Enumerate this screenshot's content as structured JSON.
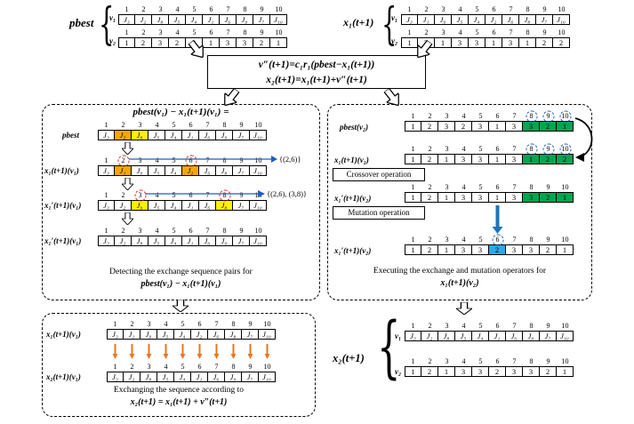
{
  "brace": "{",
  "indices": [
    "1",
    "2",
    "3",
    "4",
    "5",
    "6",
    "7",
    "8",
    "9",
    "10"
  ],
  "colors": {
    "highlight_orange": "#F5A700",
    "highlight_yellow": "#FFF100",
    "highlight_green": "#00A651",
    "highlight_blue": "#29ABE2",
    "circle_red": "#D93025",
    "circle_blue": "#1F5FBF",
    "connector_blue": "#1F5FBF",
    "arrow_orange": "#E87722",
    "arrow_blue": "#1C75BC"
  },
  "equation_box": {
    "line1": "v″(t+1)=c₁r₁(pbest−x₁(t+1))",
    "line2": "x₂(t+1)=x₁(t+1)+v″(t+1)"
  },
  "top_left": {
    "title": "pbest",
    "tables": [
      {
        "label": "v₁",
        "values": [
          "J₃",
          "J₂",
          "J₈",
          "J₅",
          "J₄",
          "J₁",
          "J₆",
          "J₉",
          "J₇",
          "J₁₀"
        ]
      },
      {
        "label": "v₂",
        "values": [
          "1",
          "2",
          "3",
          "2",
          "3",
          "1",
          "3",
          "3",
          "2",
          "1"
        ]
      }
    ]
  },
  "top_right": {
    "title": "x₁(t+1)",
    "tables": [
      {
        "label": "v₁",
        "values": [
          "J₃",
          "J₁",
          "J₉",
          "J₅",
          "J₄",
          "J₂",
          "J₆",
          "J₈",
          "J₇",
          "J₁₀"
        ]
      },
      {
        "label": "v₂",
        "values": [
          "1",
          "2",
          "1",
          "3",
          "3",
          "1",
          "3",
          "1",
          "2",
          "2"
        ]
      }
    ]
  },
  "left_box": {
    "title": "pbest(v₁) − x₁(t+1)(v₁) =",
    "tables": [
      {
        "label": "pbest",
        "values": [
          "J₃",
          "J₂",
          "J₈",
          "J₅",
          "J₄",
          "J₁",
          "J₆",
          "J₉",
          "J₇",
          "J₁₀"
        ],
        "hl": {
          "2": "orange",
          "3": "yellow"
        }
      },
      {
        "label": "x₁(t+1)(v₁)",
        "values": [
          "J₃",
          "J₁",
          "J₉",
          "J₅",
          "J₄",
          "J₂",
          "J₆",
          "J₈",
          "J₇",
          "J₁₀"
        ],
        "hl": {
          "2": "orange",
          "6": "orange"
        },
        "circles": [
          2,
          6
        ],
        "circle_color": "red",
        "pair_label": "{(2,6)}"
      },
      {
        "label": "x₁′(t+1)(v₁)",
        "values": [
          "J₃",
          "J₂",
          "J₉",
          "J₅",
          "J₄",
          "J₁",
          "J₆",
          "J₈",
          "J₇",
          "J₁₀"
        ],
        "hl": {
          "3": "yellow",
          "8": "yellow"
        },
        "circles": [
          3,
          8
        ],
        "circle_color": "red",
        "pair_label": "{(2,6), (3,8)}"
      },
      {
        "label": "x₁′(t+1)(v₁)",
        "values": [
          "J₃",
          "J₂",
          "J₈",
          "J₅",
          "J₄",
          "J₁",
          "J₆",
          "J₉",
          "J₇",
          "J₁₀"
        ]
      }
    ],
    "caption_line1": "Detecting the exchange sequence pairs for",
    "caption_line2": "pbest(v₁) − x₁(t+1)(v₁)"
  },
  "right_box": {
    "crossover_label": "Crossover operation",
    "mutation_label": "Mutation operation",
    "tables": [
      {
        "label": "pbest(v₂)",
        "values": [
          "1",
          "2",
          "3",
          "2",
          "3",
          "1",
          "3",
          "3",
          "2",
          "1"
        ],
        "hl": {
          "8": "green",
          "9": "green",
          "10": "green"
        },
        "circles": [
          8,
          9,
          10
        ],
        "circle_color": "blue"
      },
      {
        "label": "x₁(t+1)(v₂)",
        "values": [
          "1",
          "2",
          "1",
          "3",
          "3",
          "1",
          "3",
          "1",
          "2",
          "2"
        ],
        "hl": {
          "8": "green",
          "9": "green",
          "10": "green"
        },
        "circles": [
          8,
          9,
          10
        ],
        "circle_color": "blue"
      },
      {
        "label": "x₁′(t+1)(v₂)",
        "values": [
          "1",
          "2",
          "1",
          "3",
          "3",
          "1",
          "3",
          "3",
          "2",
          "1"
        ],
        "hl": {
          "8": "green",
          "9": "green",
          "10": "green"
        }
      },
      {
        "label": "x₁′(t+1)(v₂)",
        "values": [
          "1",
          "2",
          "1",
          "3",
          "3",
          "2",
          "3",
          "3",
          "2",
          "1"
        ],
        "hl": {
          "6": "blue"
        },
        "circles": [
          6
        ],
        "circle_color": "blue"
      }
    ],
    "caption_line1": "Executing the exchange and mutation operators for",
    "caption_line2": "x₁(t+1)(v₂)"
  },
  "bottom_left_box": {
    "tables": [
      {
        "label": "x₁(t+1)(v₁)",
        "values": [
          "J₃",
          "J₁",
          "J₉",
          "J₅",
          "J₄",
          "J₂",
          "J₆",
          "J₈",
          "J₇",
          "J₁₀"
        ]
      },
      {
        "label": "x₂(t+1)(v₁)",
        "values": [
          "J₃",
          "J₂",
          "J₈",
          "J₅",
          "J₄",
          "J₁",
          "J₆",
          "J₉",
          "J₇",
          "J₁₀"
        ]
      }
    ],
    "caption_line1": "Exchanging the sequence according to",
    "caption_line2": "x₂(t+1) = x₁(t+1) + v″(t+1)"
  },
  "bottom_right": {
    "title": "x₂(t+1)",
    "tables": [
      {
        "label": "v₁",
        "values": [
          "J₃",
          "J₂",
          "J₈",
          "J₅",
          "J₄",
          "J₁",
          "J₆",
          "J₉",
          "J₇",
          "J₁₀"
        ]
      },
      {
        "label": "v₂",
        "values": [
          "1",
          "2",
          "1",
          "3",
          "3",
          "2",
          "3",
          "3",
          "2",
          "1"
        ]
      }
    ]
  }
}
